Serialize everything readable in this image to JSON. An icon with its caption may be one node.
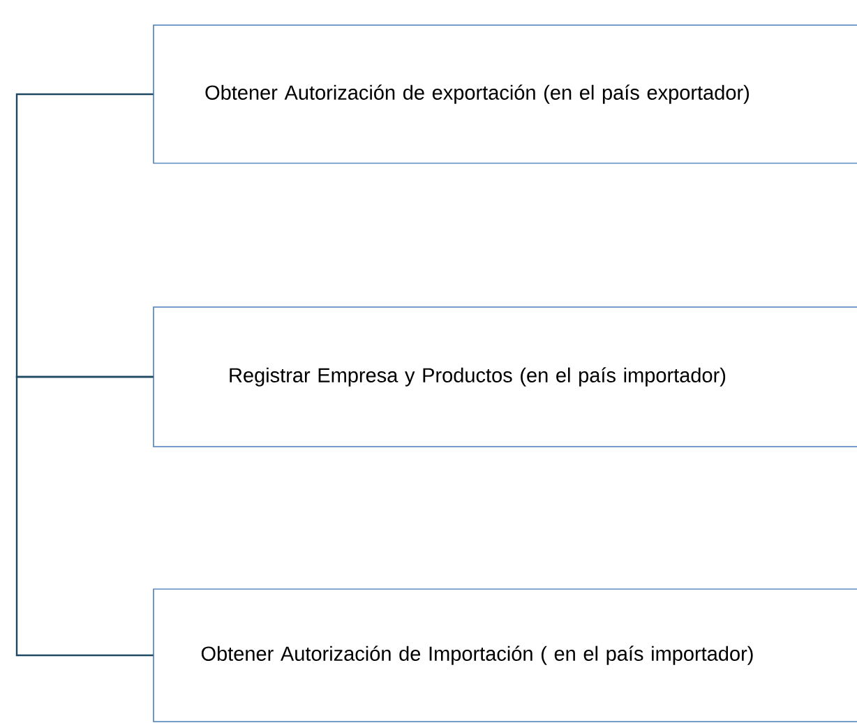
{
  "diagram": {
    "nodes": [
      {
        "text": [
          "Obtener Autorización  de exportación (en el país exportador)"
        ]
      },
      {
        "text": [
          "Registrar Empresa y Productos (en el país importador)"
        ]
      },
      {
        "text": [
          "Obtener Autorización de Importación ( en el país importador)"
        ]
      }
    ],
    "edges": [
      {
        "from": 0,
        "to": 1,
        "arrow": "none"
      },
      {
        "from": 1,
        "to": 2,
        "arrow": "none"
      }
    ]
  }
}
